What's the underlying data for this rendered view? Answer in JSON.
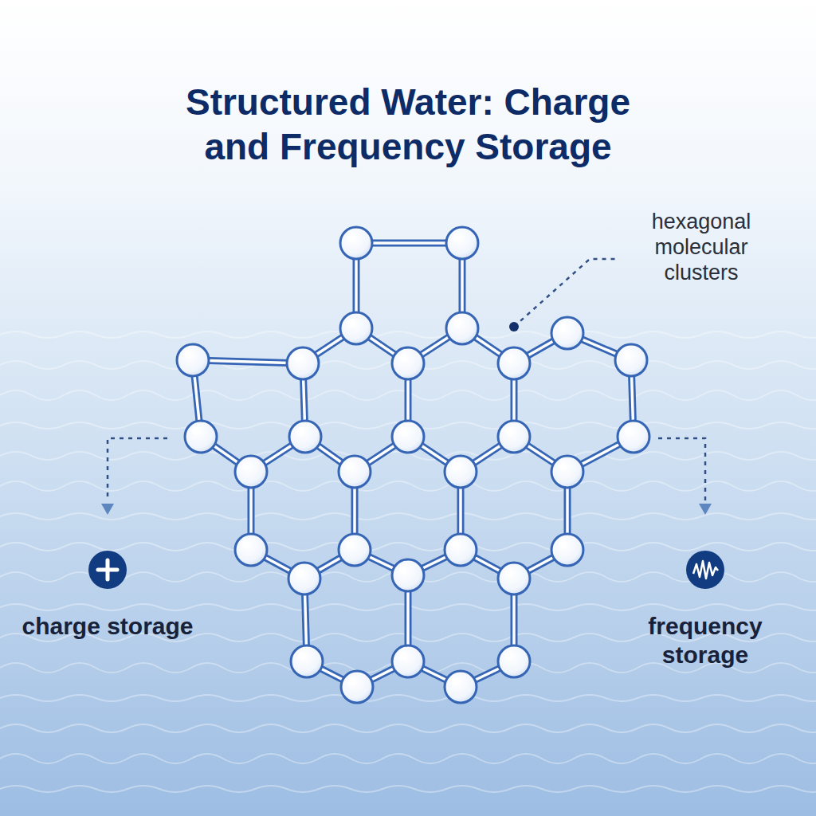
{
  "diagram": {
    "title": "Structured Water: Charge and Frequency Storage",
    "labels": [
      "hexagonal molecular clusters",
      "charge storage",
      "frequency storage"
    ]
  }
}
